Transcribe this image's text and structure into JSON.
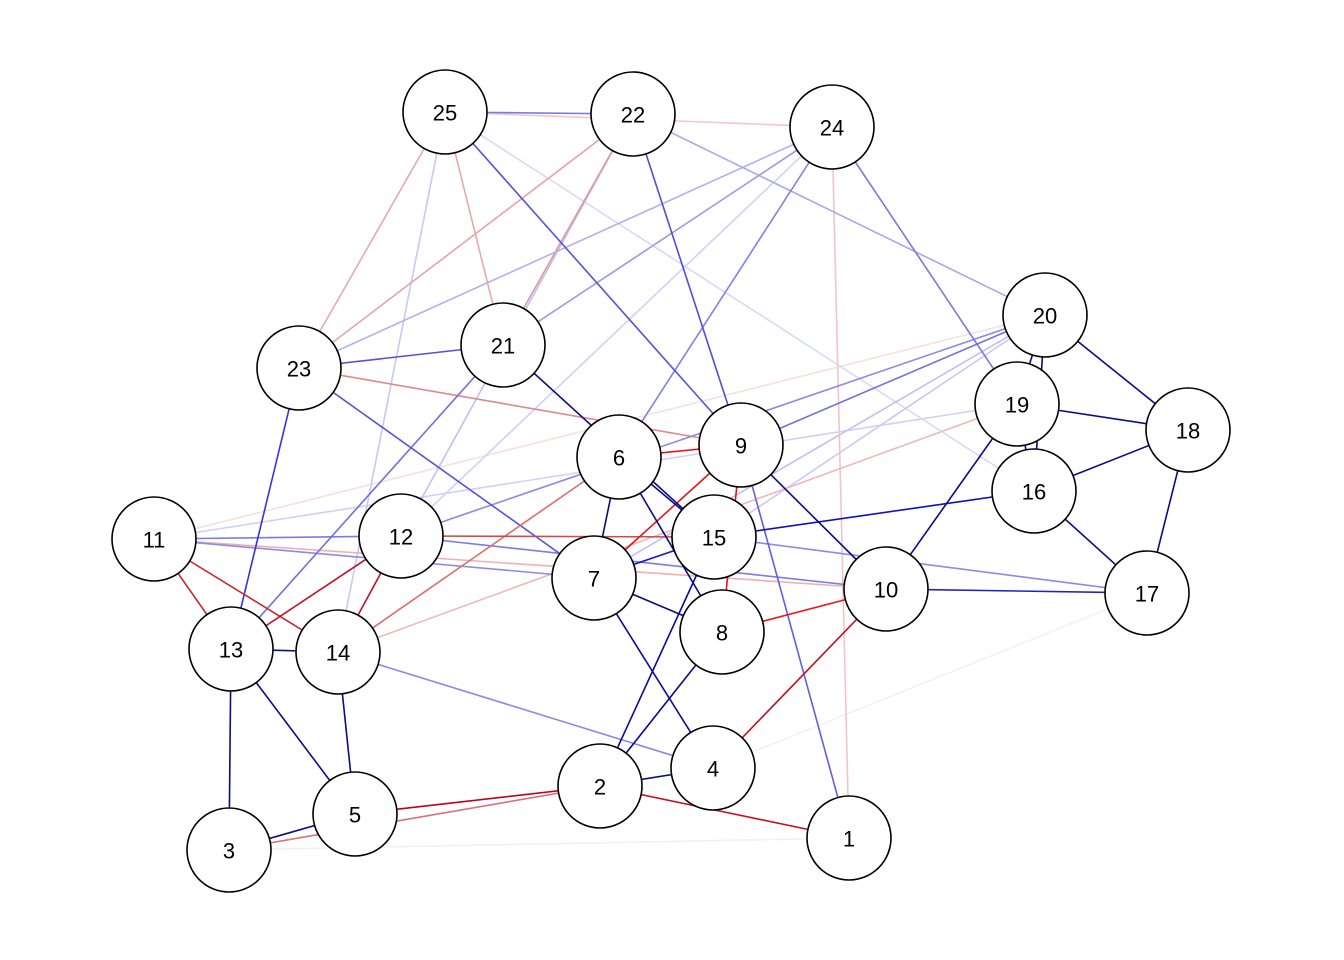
{
  "graph": {
    "type": "undirected-network",
    "nodes": [
      {
        "id": "1",
        "label": "1"
      },
      {
        "id": "2",
        "label": "2"
      },
      {
        "id": "3",
        "label": "3"
      },
      {
        "id": "4",
        "label": "4"
      },
      {
        "id": "5",
        "label": "5"
      },
      {
        "id": "6",
        "label": "6"
      },
      {
        "id": "7",
        "label": "7"
      },
      {
        "id": "8",
        "label": "8"
      },
      {
        "id": "9",
        "label": "9"
      },
      {
        "id": "10",
        "label": "10"
      },
      {
        "id": "11",
        "label": "11"
      },
      {
        "id": "12",
        "label": "12"
      },
      {
        "id": "13",
        "label": "13"
      },
      {
        "id": "14",
        "label": "14"
      },
      {
        "id": "15",
        "label": "15"
      },
      {
        "id": "16",
        "label": "16"
      },
      {
        "id": "17",
        "label": "17"
      },
      {
        "id": "18",
        "label": "18"
      },
      {
        "id": "19",
        "label": "19"
      },
      {
        "id": "20",
        "label": "20"
      },
      {
        "id": "21",
        "label": "21"
      },
      {
        "id": "22",
        "label": "22"
      },
      {
        "id": "23",
        "label": "23"
      },
      {
        "id": "24",
        "label": "24"
      },
      {
        "id": "25",
        "label": "25"
      }
    ],
    "edges": [
      {
        "from": "4",
        "to": "17",
        "color": "#f2f2f8"
      },
      {
        "from": "3",
        "to": "1",
        "color": "#f8eeee"
      },
      {
        "from": "11",
        "to": "20",
        "color": "#f8e0e0"
      },
      {
        "from": "25",
        "to": "16",
        "color": "#d8d8f8"
      },
      {
        "from": "11",
        "to": "19",
        "color": "#d0d0f8"
      },
      {
        "from": "24",
        "to": "12",
        "color": "#d0d0f8"
      },
      {
        "from": "25",
        "to": "14",
        "color": "#c8c8f6"
      },
      {
        "from": "20",
        "to": "15",
        "color": "#c8c8f6"
      },
      {
        "from": "20",
        "to": "7",
        "color": "#c0c0f4"
      },
      {
        "from": "22",
        "to": "12",
        "color": "#c0c0f2"
      },
      {
        "from": "25",
        "to": "24",
        "color": "#f2c8c8"
      },
      {
        "from": "24",
        "to": "1",
        "color": "#f2c4c4"
      },
      {
        "from": "14",
        "to": "19",
        "color": "#f0b8b8"
      },
      {
        "from": "11",
        "to": "10",
        "color": "#eeb0b0"
      },
      {
        "from": "23",
        "to": "25",
        "color": "#eaa8a8"
      },
      {
        "from": "25",
        "to": "21",
        "color": "#eaa8a8"
      },
      {
        "from": "23",
        "to": "22",
        "color": "#e8a4a4"
      },
      {
        "from": "22",
        "to": "21",
        "color": "#e09a9a"
      },
      {
        "from": "23",
        "to": "9",
        "color": "#dc8a8a"
      },
      {
        "from": "24",
        "to": "23",
        "color": "#b0b0f2"
      },
      {
        "from": "22",
        "to": "20",
        "color": "#a8a8f0"
      },
      {
        "from": "24",
        "to": "21",
        "color": "#9a9aec"
      },
      {
        "from": "12",
        "to": "20",
        "color": "#8a8ae8"
      },
      {
        "from": "14",
        "to": "4",
        "color": "#8888ea"
      },
      {
        "from": "15",
        "to": "17",
        "color": "#8a8aea"
      },
      {
        "from": "11",
        "to": "7",
        "color": "#8a8aea"
      },
      {
        "from": "11",
        "to": "12",
        "color": "#7a7ae8"
      },
      {
        "from": "12",
        "to": "10",
        "color": "#7b7be6"
      },
      {
        "from": "24",
        "to": "6",
        "color": "#8080e8"
      },
      {
        "from": "24",
        "to": "19",
        "color": "#7878e2"
      },
      {
        "from": "20",
        "to": "9",
        "color": "#7070e0"
      },
      {
        "from": "25",
        "to": "22",
        "color": "#7a7ae6"
      },
      {
        "from": "21",
        "to": "13",
        "color": "#6f6fe0"
      },
      {
        "from": "9",
        "to": "1",
        "color": "#6060e0"
      },
      {
        "from": "25",
        "to": "9",
        "color": "#5555dd"
      },
      {
        "from": "23",
        "to": "7",
        "color": "#5555dd"
      },
      {
        "from": "23",
        "to": "21",
        "color": "#5050e0"
      },
      {
        "from": "22",
        "to": "9",
        "color": "#4d4de0"
      },
      {
        "from": "23",
        "to": "13",
        "color": "#3535dd"
      },
      {
        "from": "14",
        "to": "6",
        "color": "#dc6e6e"
      },
      {
        "from": "3",
        "to": "2",
        "color": "#d8707a"
      },
      {
        "from": "12",
        "to": "15",
        "color": "#d04a4a"
      },
      {
        "from": "11",
        "to": "13",
        "color": "#c8282e"
      },
      {
        "from": "11",
        "to": "14",
        "color": "#c82830"
      },
      {
        "from": "12",
        "to": "13",
        "color": "#c0102a"
      },
      {
        "from": "12",
        "to": "14",
        "color": "#c0102a"
      },
      {
        "from": "5",
        "to": "2",
        "color": "#c0001a"
      },
      {
        "from": "2",
        "to": "1",
        "color": "#c81020"
      },
      {
        "from": "4",
        "to": "10",
        "color": "#c01020"
      },
      {
        "from": "8",
        "to": "10",
        "color": "#ee1a1a"
      },
      {
        "from": "9",
        "to": "8",
        "color": "#ee1111"
      },
      {
        "from": "6",
        "to": "9",
        "color": "#ee1111"
      },
      {
        "from": "7",
        "to": "9",
        "color": "#ee1111"
      },
      {
        "from": "10",
        "to": "17",
        "color": "#2020c8"
      },
      {
        "from": "15",
        "to": "16",
        "color": "#1010c0"
      },
      {
        "from": "7",
        "to": "15",
        "color": "#1a1ad0"
      },
      {
        "from": "6",
        "to": "7",
        "color": "#0a0a8c"
      },
      {
        "from": "6",
        "to": "15",
        "color": "#0a0a8c"
      },
      {
        "from": "21",
        "to": "15",
        "color": "#0a0a8c"
      },
      {
        "from": "6",
        "to": "8",
        "color": "#0a0a8c"
      },
      {
        "from": "7",
        "to": "8",
        "color": "#0a0a8c"
      },
      {
        "from": "7",
        "to": "4",
        "color": "#0a0a9a"
      },
      {
        "from": "2",
        "to": "15",
        "color": "#0a0a9a"
      },
      {
        "from": "2",
        "to": "8",
        "color": "#0a0a8c"
      },
      {
        "from": "2",
        "to": "4",
        "color": "#0a0a8c"
      },
      {
        "from": "13",
        "to": "14",
        "color": "#0a0a8c"
      },
      {
        "from": "13",
        "to": "3",
        "color": "#0a0a8c"
      },
      {
        "from": "13",
        "to": "5",
        "color": "#0a0a8c"
      },
      {
        "from": "14",
        "to": "5",
        "color": "#0a0a8c"
      },
      {
        "from": "3",
        "to": "5",
        "color": "#0a0a8c"
      },
      {
        "from": "9",
        "to": "10",
        "color": "#0a0a8c"
      },
      {
        "from": "19",
        "to": "10",
        "color": "#0a0a8c"
      },
      {
        "from": "20",
        "to": "19",
        "color": "#0a0a8c"
      },
      {
        "from": "20",
        "to": "16",
        "color": "#0a0a8c"
      },
      {
        "from": "19",
        "to": "16",
        "color": "#0a0a8c"
      },
      {
        "from": "19",
        "to": "18",
        "color": "#0a0a8c"
      },
      {
        "from": "16",
        "to": "18",
        "color": "#0a0a8c"
      },
      {
        "from": "20",
        "to": "18",
        "color": "#0a0a8c"
      },
      {
        "from": "18",
        "to": "17",
        "color": "#0a0a8c"
      },
      {
        "from": "16",
        "to": "17",
        "color": "#0a0a8c"
      }
    ],
    "node_fill": "#ffffff",
    "node_stroke": "#000000"
  }
}
